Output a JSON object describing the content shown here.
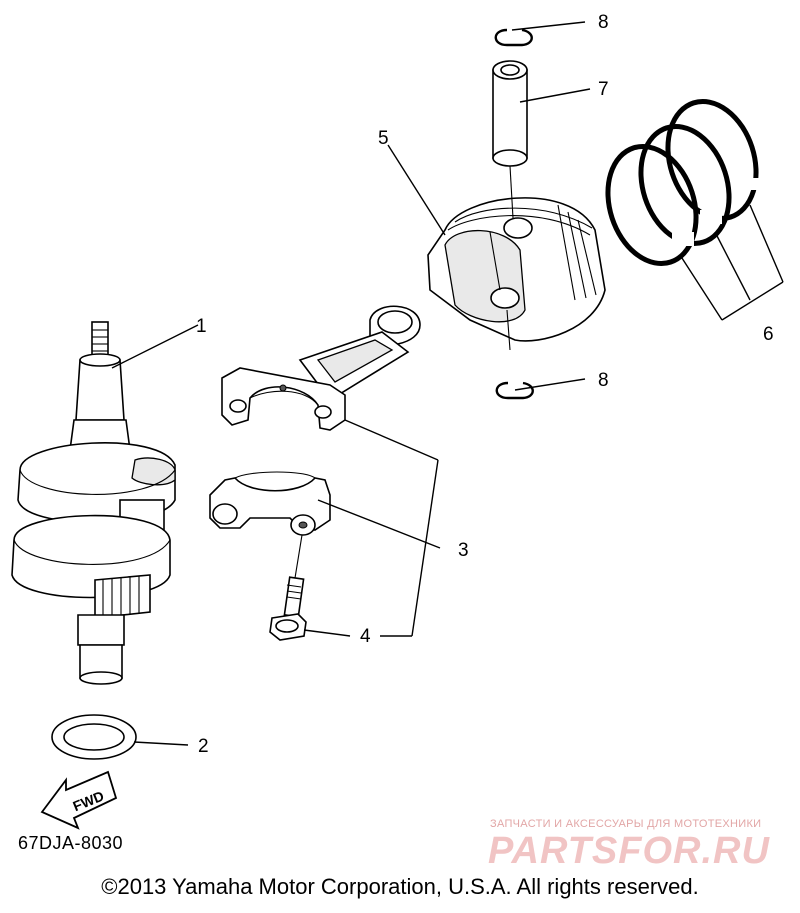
{
  "diagram": {
    "callouts": [
      {
        "id": "1",
        "label": "1"
      },
      {
        "id": "2",
        "label": "2"
      },
      {
        "id": "3",
        "label": "3"
      },
      {
        "id": "4",
        "label": "4"
      },
      {
        "id": "5",
        "label": "5"
      },
      {
        "id": "6",
        "label": "6"
      },
      {
        "id": "7",
        "label": "7"
      },
      {
        "id": "8a",
        "label": "8"
      },
      {
        "id": "8b",
        "label": "8"
      }
    ],
    "fwd_label": "FWD",
    "drawing_code": "67DJA-8030",
    "copyright": "©2013 Yamaha Motor Corporation, U.S.A. All rights reserved.",
    "watermark_small": "ЗАПЧАСТИ И АКСЕССУАРЫ ДЛЯ МОТОТЕХНИКИ",
    "watermark_logo": "PARTSFOR.RU"
  },
  "colors": {
    "line": "#000000",
    "background": "#ffffff",
    "watermark": "#f1c4c4"
  }
}
